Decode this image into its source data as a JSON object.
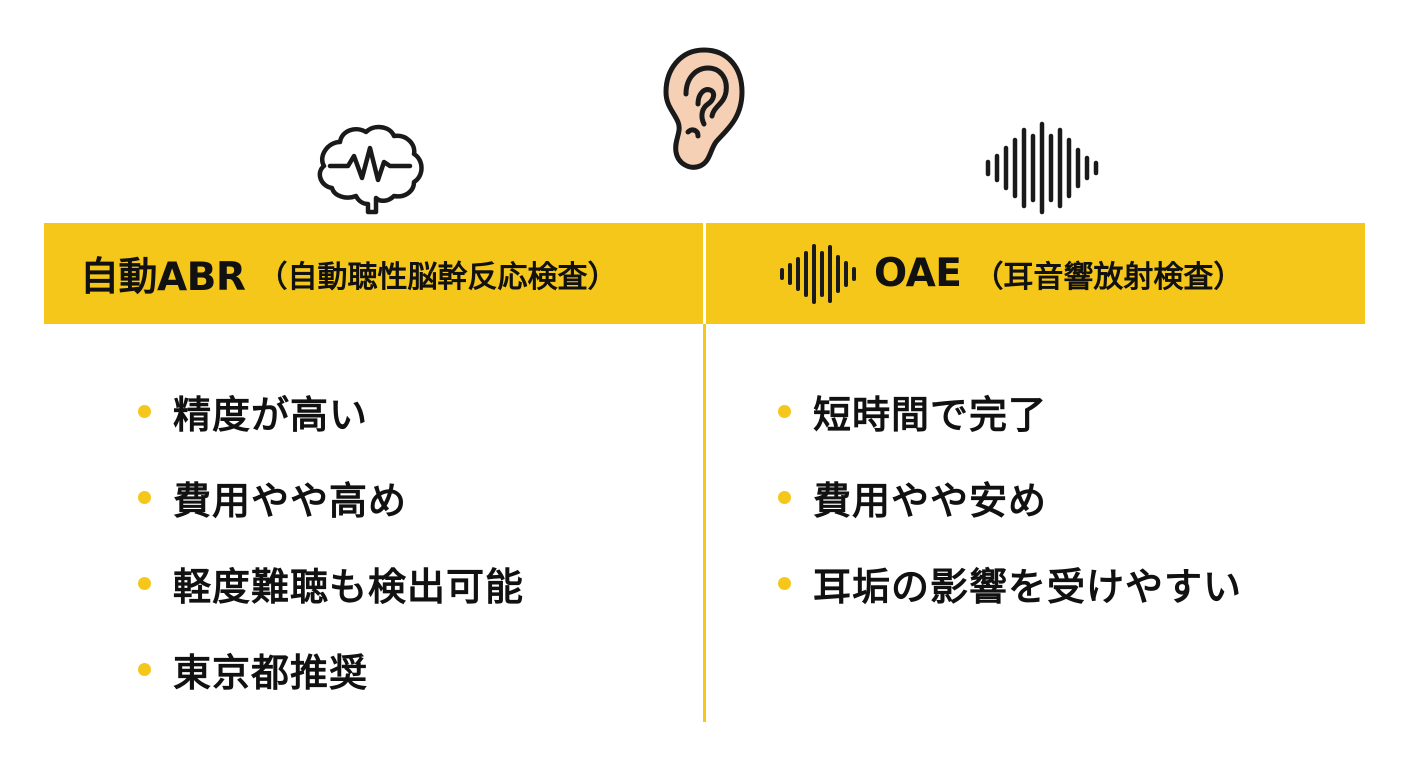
{
  "icons": {
    "top_center": "ear-icon",
    "left_column": "brain-waveform-icon",
    "right_column": "sound-wave-icon",
    "right_heading": "sound-wave-icon"
  },
  "colors": {
    "accent": "#f5c71a",
    "text": "#111111",
    "background": "#ffffff",
    "ear_fill": "#f5d0b5",
    "icon_stroke": "#1a1a1a"
  },
  "columns": {
    "abr": {
      "title": "自動ABR",
      "subtitle": "（自動聴性脳幹反応検査）",
      "items": [
        "精度が高い",
        "費用やや高め",
        "軽度難聴も検出可能",
        "東京都推奨"
      ]
    },
    "oae": {
      "title": "OAE",
      "subtitle": "（耳音響放射検査）",
      "items": [
        "短時間で完了",
        "費用やや安め",
        "耳垢の影響を受けやすい"
      ]
    }
  }
}
